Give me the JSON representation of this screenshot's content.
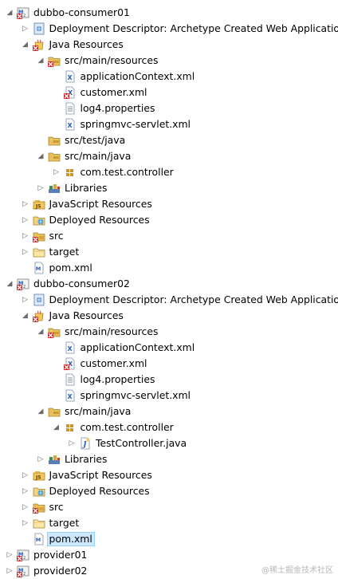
{
  "tree": [
    {
      "label": "dubbo-consumer01",
      "depth": 0,
      "expander": "open",
      "icon": "maven-project-icon"
    },
    {
      "label": "Deployment Descriptor: Archetype Created Web Application",
      "depth": 1,
      "expander": "closed",
      "icon": "deployment-descriptor-icon"
    },
    {
      "label": "Java Resources",
      "depth": 1,
      "expander": "open",
      "icon": "java-resources-icon"
    },
    {
      "label": "src/main/resources",
      "depth": 2,
      "expander": "open",
      "icon": "source-folder-error-icon"
    },
    {
      "label": "applicationContext.xml",
      "depth": 3,
      "expander": "none",
      "icon": "xml-file-icon"
    },
    {
      "label": "customer.xml",
      "depth": 3,
      "expander": "none",
      "icon": "xml-file-error-icon"
    },
    {
      "label": "log4.properties",
      "depth": 3,
      "expander": "none",
      "icon": "properties-file-icon"
    },
    {
      "label": "springmvc-servlet.xml",
      "depth": 3,
      "expander": "none",
      "icon": "xml-file-icon"
    },
    {
      "label": "src/test/java",
      "depth": 2,
      "expander": "none",
      "icon": "source-folder-icon"
    },
    {
      "label": "src/main/java",
      "depth": 2,
      "expander": "open",
      "icon": "source-folder-icon"
    },
    {
      "label": "com.test.controller",
      "depth": 3,
      "expander": "closed",
      "icon": "package-icon"
    },
    {
      "label": "Libraries",
      "depth": 2,
      "expander": "closed",
      "icon": "libraries-icon"
    },
    {
      "label": "JavaScript Resources",
      "depth": 1,
      "expander": "closed",
      "icon": "javascript-resources-icon"
    },
    {
      "label": "Deployed Resources",
      "depth": 1,
      "expander": "closed",
      "icon": "deployed-resources-icon"
    },
    {
      "label": "src",
      "depth": 1,
      "expander": "closed",
      "icon": "folder-error-icon"
    },
    {
      "label": "target",
      "depth": 1,
      "expander": "closed",
      "icon": "folder-icon"
    },
    {
      "label": "pom.xml",
      "depth": 1,
      "expander": "none",
      "icon": "maven-pom-icon"
    },
    {
      "label": "dubbo-consumer02",
      "depth": 0,
      "expander": "open",
      "icon": "maven-project-icon"
    },
    {
      "label": "Deployment Descriptor: Archetype Created Web Application",
      "depth": 1,
      "expander": "closed",
      "icon": "deployment-descriptor-icon"
    },
    {
      "label": "Java Resources",
      "depth": 1,
      "expander": "open",
      "icon": "java-resources-icon"
    },
    {
      "label": "src/main/resources",
      "depth": 2,
      "expander": "open",
      "icon": "source-folder-error-icon"
    },
    {
      "label": "applicationContext.xml",
      "depth": 3,
      "expander": "none",
      "icon": "xml-file-icon"
    },
    {
      "label": "customer.xml",
      "depth": 3,
      "expander": "none",
      "icon": "xml-file-error-icon"
    },
    {
      "label": "log4.properties",
      "depth": 3,
      "expander": "none",
      "icon": "properties-file-icon"
    },
    {
      "label": "springmvc-servlet.xml",
      "depth": 3,
      "expander": "none",
      "icon": "xml-file-icon"
    },
    {
      "label": "src/main/java",
      "depth": 2,
      "expander": "open",
      "icon": "source-folder-icon"
    },
    {
      "label": "com.test.controller",
      "depth": 3,
      "expander": "open",
      "icon": "package-icon"
    },
    {
      "label": "TestController.java",
      "depth": 4,
      "expander": "closed",
      "icon": "java-file-icon"
    },
    {
      "label": "Libraries",
      "depth": 2,
      "expander": "closed",
      "icon": "libraries-icon"
    },
    {
      "label": "JavaScript Resources",
      "depth": 1,
      "expander": "closed",
      "icon": "javascript-resources-icon"
    },
    {
      "label": "Deployed Resources",
      "depth": 1,
      "expander": "closed",
      "icon": "deployed-resources-icon"
    },
    {
      "label": "src",
      "depth": 1,
      "expander": "closed",
      "icon": "folder-error-icon"
    },
    {
      "label": "target",
      "depth": 1,
      "expander": "closed",
      "icon": "folder-icon"
    },
    {
      "label": "pom.xml",
      "depth": 1,
      "expander": "none",
      "icon": "maven-pom-icon",
      "selected": true
    },
    {
      "label": "provider01",
      "depth": 0,
      "expander": "closed",
      "icon": "maven-project-icon"
    },
    {
      "label": "provider02",
      "depth": 0,
      "expander": "closed",
      "icon": "maven-project-icon"
    }
  ],
  "watermark": "@稀土掘金技术社区",
  "colors": {
    "folder": "#e8c15a",
    "error": "#d9242b",
    "package": "#c8962a",
    "java": "#2a5db0",
    "selection": "#cce8ff",
    "arrow": "#6a6a6a"
  }
}
